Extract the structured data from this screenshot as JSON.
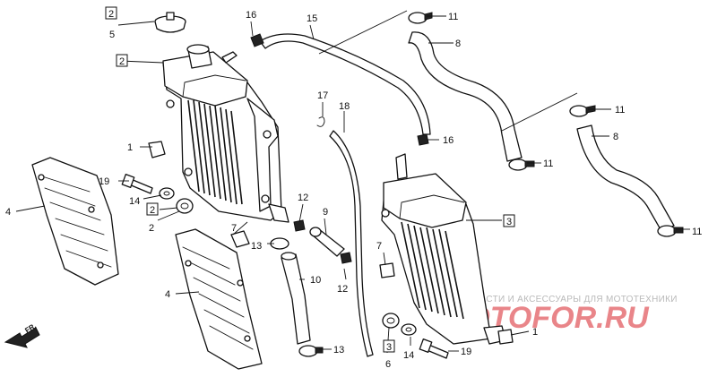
{
  "callouts": [
    {
      "id": "c11a",
      "text": "11"
    },
    {
      "id": "c16a",
      "text": "16"
    },
    {
      "id": "c15",
      "text": "15"
    },
    {
      "id": "c5",
      "text": "5"
    },
    {
      "id": "c8a",
      "text": "8"
    },
    {
      "id": "c11b",
      "text": "11"
    },
    {
      "id": "c8b",
      "text": "8"
    },
    {
      "id": "c17",
      "text": "17"
    },
    {
      "id": "c18",
      "text": "18"
    },
    {
      "id": "c16b",
      "text": "16"
    },
    {
      "id": "c11c",
      "text": "11"
    },
    {
      "id": "c1a",
      "text": "1"
    },
    {
      "id": "c19a",
      "text": "19"
    },
    {
      "id": "c14a",
      "text": "14"
    },
    {
      "id": "c4a",
      "text": "4"
    },
    {
      "id": "c2",
      "text": "2"
    },
    {
      "id": "c7a",
      "text": "7"
    },
    {
      "id": "c12a",
      "text": "12"
    },
    {
      "id": "c9",
      "text": "9"
    },
    {
      "id": "c13a",
      "text": "13"
    },
    {
      "id": "c11d",
      "text": "11"
    },
    {
      "id": "c4b",
      "text": "4"
    },
    {
      "id": "c10",
      "text": "10"
    },
    {
      "id": "c12b",
      "text": "12"
    },
    {
      "id": "c7b",
      "text": "7"
    },
    {
      "id": "c13b",
      "text": "13"
    },
    {
      "id": "c6",
      "text": "6"
    },
    {
      "id": "c14b",
      "text": "14"
    },
    {
      "id": "c19b",
      "text": "19"
    },
    {
      "id": "c1b",
      "text": "1"
    }
  ],
  "boxed_refs": [
    {
      "id": "b2top",
      "text": "2"
    },
    {
      "id": "b2mid",
      "text": "2"
    },
    {
      "id": "b2low",
      "text": "2"
    },
    {
      "id": "b3right",
      "text": "3"
    },
    {
      "id": "b3low",
      "text": "3"
    }
  ],
  "front_marker": "FR.",
  "watermark": {
    "tagline": "ЗАПЧАСТИ И АКСЕССУАРЫ ДЛЯ МОТОТЕХНИКИ",
    "logo": "MOTOFOR.RU"
  }
}
